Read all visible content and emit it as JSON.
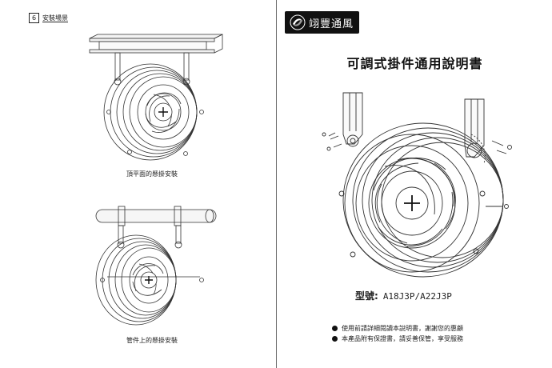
{
  "left_page": {
    "section_number": "6",
    "section_title": "安裝場景",
    "caption_top": "頂平面的懸掛安裝",
    "caption_bottom": "管件上的懸掛安裝"
  },
  "right_page": {
    "brand": "翊豐通風",
    "title": "可調式掛件通用說明書",
    "model_label": "型號:",
    "model_value": "A18J3P/A22J3P",
    "notes": [
      "使用前請詳細閱讀本說明書，謝謝您的惠顧",
      "本產品附有保證書，請妥善保管，享受服務"
    ]
  }
}
